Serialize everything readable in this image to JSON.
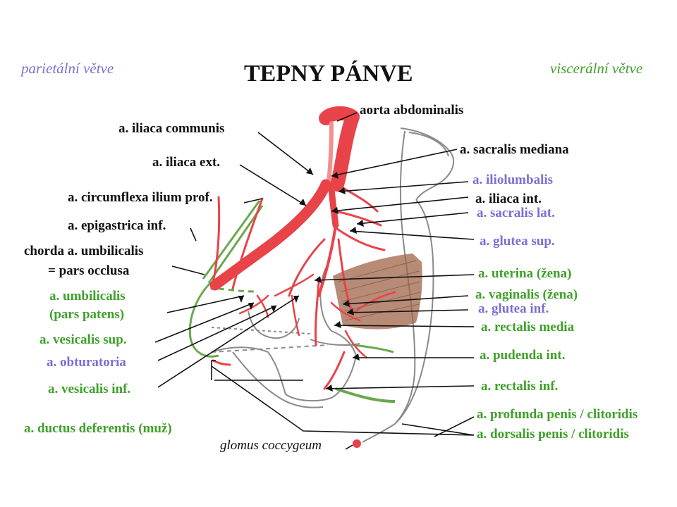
{
  "title": "TEPNY PÁNVE",
  "corner_left": "parietální větve",
  "corner_right": "viscerální větve",
  "colors": {
    "parietal": "#7a6fd6",
    "visceral": "#3fa02a",
    "artery": "#e9434a",
    "artery_light": "#f28f8f",
    "muscle": "#a0644a",
    "ligament": "#6aa84f",
    "outline": "#8a8a8a",
    "pointer": "#111111"
  },
  "labels": {
    "aorta_abdominalis": "aorta abdominalis",
    "iliaca_communis": "a. iliaca communis",
    "sacralis_mediana": "a. sacralis mediana",
    "iliaca_ext": "a. iliaca ext.",
    "iliolumbalis": "a. iliolumbalis",
    "circumflexa": "a. circumflexa ilium prof.",
    "iliaca_int": "a. iliaca int.",
    "sacralis_lat": "a. sacralis lat.",
    "epigastrica": "a. epigastrica inf.",
    "glutea_sup": "a. glutea sup.",
    "chorda_1": "chorda a. umbilicalis",
    "chorda_2": "= pars occlusa",
    "uterina": "a. uterina (žena)",
    "umbilicalis_1": "a. umbilicalis",
    "umbilicalis_2": "(pars patens)",
    "vaginalis": "a. vaginalis (žena)",
    "glutea_inf": "a. glutea inf.",
    "rectalis_media": "a. rectalis media",
    "vesicalis_sup": "a. vesicalis sup.",
    "pudenda_int": "a. pudenda int.",
    "obturatoria": "a. obturatoria",
    "vesicalis_inf": "a. vesicalis inf.",
    "rectalis_inf": "a. rectalis inf.",
    "profunda": "a. profunda penis / clitoridis",
    "ductus": "a. ductus deferentis (muž)",
    "dorsalis": "a. dorsalis penis / clitoridis",
    "glomus": "glomus coccygeum"
  }
}
